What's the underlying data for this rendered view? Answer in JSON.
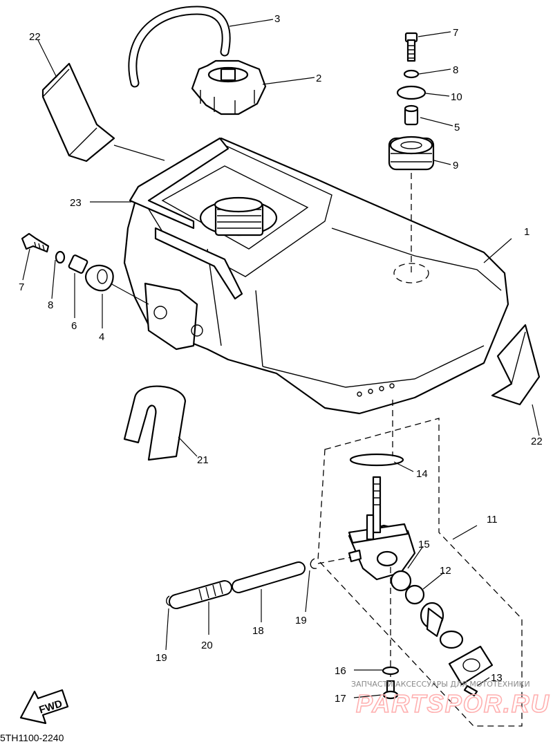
{
  "diagram_code": "5TH1100-2240",
  "watermark": {
    "caption": "ЗАПЧАСТИ АКСЕССУАРЫ ДЛЯ МОТОТЕХНИКИ",
    "brand": "PARTSPOR.RU"
  },
  "fwd_label": "FWD",
  "callouts": {
    "c1": "1",
    "c2": "2",
    "c3": "3",
    "c4": "4",
    "c5": "5",
    "c6": "6",
    "c7a": "7",
    "c7b": "7",
    "c8a": "8",
    "c8b": "8",
    "c9": "9",
    "c10": "10",
    "c11": "11",
    "c12": "12",
    "c13": "13",
    "c14": "14",
    "c15": "15",
    "c16": "16",
    "c17": "17",
    "c18": "18",
    "c19a": "19",
    "c19b": "19",
    "c20": "20",
    "c21": "21",
    "c22a": "22",
    "c22b": "22",
    "c23": "23"
  }
}
